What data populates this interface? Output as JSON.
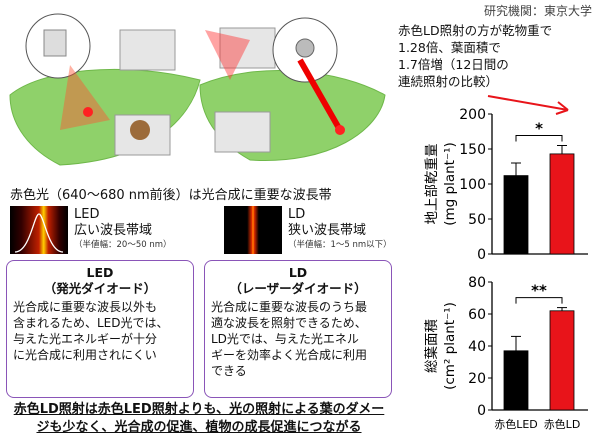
{
  "affiliation": "研究機関：東京大学",
  "summary_text": "赤色LD照射の方が乾物重で\n1.28倍、葉面積で\n1.7倍増（12日間の\n連続照射の比較）",
  "red_light_heading": "赤色光（640〜680 nm前後）は光合成に重要な波長帯",
  "led_spectrum": {
    "label": "LED",
    "desc": "広い波長帯域",
    "note": "（半値幅：20〜50 nm）"
  },
  "ld_spectrum": {
    "label": "LD",
    "desc": "狭い波長帯域",
    "note": "（半値幅：1〜5 nm以下）"
  },
  "led_box": {
    "title": "LED",
    "subtitle": "（発光ダイオード）",
    "body": "光合成に重要な波長以外も\n含まれるため、LED光では、\n与えた光エネルギーが十分\nに光合成に利用されにくい"
  },
  "ld_box": {
    "title": "LD",
    "subtitle": "（レーザーダイオード）",
    "body": "光合成に重要な波長のうち最\n適な波長を照射できるため、\nLD光では、与えた光エネル\nギーを効率よく光合成に利用\nできる"
  },
  "conclusion": {
    "line1": "赤色LD照射は赤色LED照射よりも、光の照射による葉のダメー",
    "line2": "ジも少なく、光合成の促進、植物の成長促進につながる"
  },
  "colors": {
    "led_bar": "#000000",
    "ld_bar": "#e8141a",
    "box_border": "#8a55b8"
  },
  "chart_data": [
    {
      "type": "bar",
      "categories": [
        "赤色LED",
        "赤色LD"
      ],
      "values": [
        112,
        143
      ],
      "errors": [
        18,
        12
      ],
      "ylabel": "地上部乾重量\n(mg plant⁻¹)",
      "ylabel_line1": "地上部乾重量",
      "ylabel_line2": "(mg plant⁻¹)",
      "ylim": [
        0,
        200
      ],
      "yticks": [
        0,
        50,
        100,
        150,
        200
      ],
      "significance": "*"
    },
    {
      "type": "bar",
      "categories": [
        "赤色LED",
        "赤色LD"
      ],
      "values": [
        37,
        62
      ],
      "errors": [
        9,
        2
      ],
      "ylabel_line1": "総葉面積",
      "ylabel_line2": "(cm² plant⁻¹)",
      "ylim": [
        0,
        80
      ],
      "yticks": [
        0,
        20,
        40,
        60,
        80
      ],
      "significance": "**"
    }
  ]
}
